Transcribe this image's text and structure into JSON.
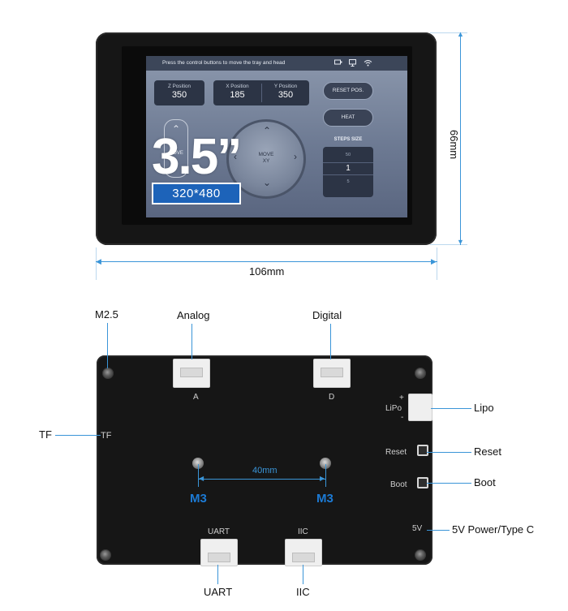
{
  "display": {
    "topbar_text": "Press the control buttons to move the tray and head",
    "status_icons": [
      "monitor-icon",
      "display-icon",
      "wifi-icon"
    ],
    "z_label": "Z Position",
    "z_value": "350",
    "x_label": "X Position",
    "x_value": "185",
    "y_label": "Y Position",
    "y_value": "350",
    "reset_button": "RESET POS.",
    "heat_button": "HEAT",
    "steps_title": "STEPS SIZE",
    "steps_options": [
      "50",
      "1",
      "5"
    ],
    "move_label_line1": "MOVE",
    "move_label_line2": "XY",
    "size_text": "3.5”",
    "resolution_text": "320*480",
    "width_dim": "106mm",
    "height_dim": "66mm"
  },
  "board": {
    "labels": {
      "m25": "M2.5",
      "analog": "Analog",
      "digital": "Digital",
      "tf": "TF",
      "lipo": "Lipo",
      "reset": "Reset",
      "boot": "Boot",
      "power": "5V Power/Type C",
      "uart": "UART",
      "iic": "IIC"
    },
    "silkscreen": {
      "a": "A",
      "d": "D",
      "tf": "TF",
      "lipo": "LiPo",
      "plus": "+",
      "minus": "-",
      "reset": "Reset",
      "boot": "Boot",
      "v5": "5V",
      "uart": "UART",
      "iic": "IIC"
    },
    "spacing": "40mm",
    "m3_left": "M3",
    "m3_right": "M3"
  },
  "colors": {
    "accent_blue": "#1d63b9",
    "dimension_line": "#3a95d8",
    "m3_text": "#1c7ad4"
  }
}
